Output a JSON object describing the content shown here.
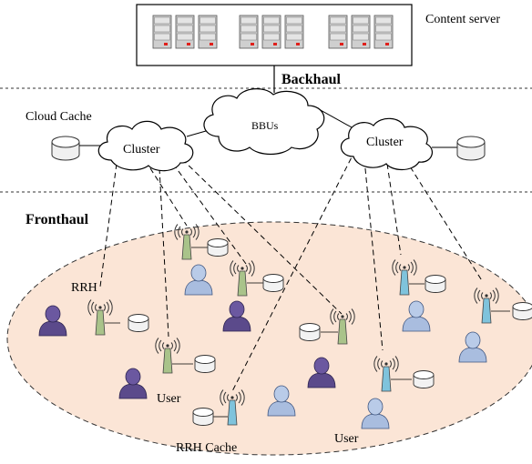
{
  "labels": {
    "content_server": "Content server",
    "backhaul": "Backhaul",
    "fronthaul": "Fronthaul",
    "cloud_cache": "Cloud Cache",
    "cluster_left": "Cluster",
    "cluster_right": "Cluster",
    "bbus": "BBUs",
    "rrh": "RRH",
    "user_left": "User",
    "user_right": "User",
    "rrh_cache": "RRH Cache"
  },
  "colors": {
    "fronthaul_area": "#fbe5d6",
    "user_purple": "#5b4a8b",
    "user_blue": "#9db3d8",
    "antenna_green": "#a9c38a",
    "antenna_blue": "#7fc3dc",
    "server_red": "#e0201b"
  },
  "icons": {
    "server": "server-rack-icon",
    "storage": "storage-cylinder-icon",
    "antenna": "rrh-antenna-icon",
    "user": "user-icon",
    "cloud": "cloud-icon"
  }
}
